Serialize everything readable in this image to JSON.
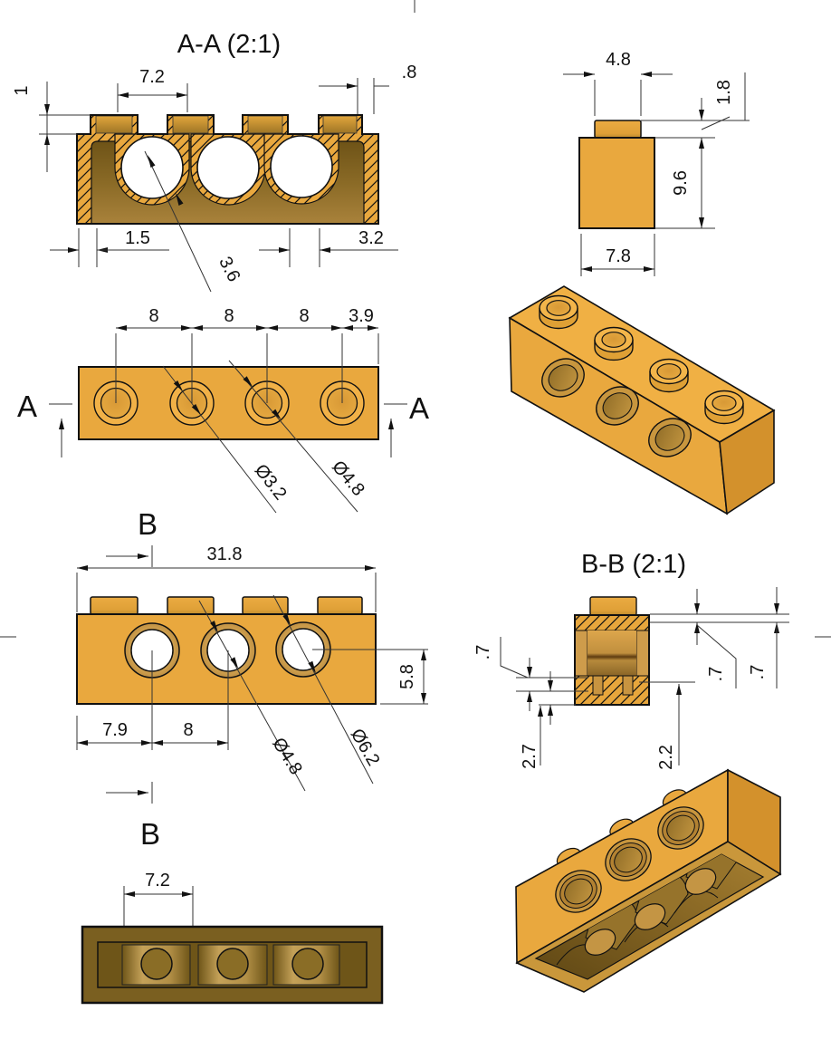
{
  "drawing_type": "CAD multiview technical drawing of a 1x4 LEGO-style technic brick",
  "views": {
    "section_aa": {
      "title": "A-A (2:1)",
      "dims": {
        "top_width": "7.2",
        "wall_top_right": ".8",
        "top_thickness": "1",
        "bottom_left": "1.5",
        "bottom_right": "3.2",
        "leader": "3.6"
      }
    },
    "top_view": {
      "section_label_left": "A",
      "section_label_right": "A",
      "dims": {
        "pitch1": "8",
        "pitch2": "8",
        "pitch3": "8",
        "end_offset": "3.9",
        "stud_hole_dia": "Ø3.2",
        "stud_dia": "Ø4.8"
      }
    },
    "front_view": {
      "section_label_top": "B",
      "section_label_bottom": "B",
      "dims": {
        "overall_length": "31.8",
        "hole_height": "5.8",
        "first_hole_offset": "7.9",
        "hole_pitch": "8",
        "hole_dia": "Ø4.8",
        "counterbore_dia": "Ø6.2"
      }
    },
    "bottom_view": {
      "dims": {
        "tube_pitch": "7.2"
      }
    },
    "side_view": {
      "dims": {
        "stud_width": "4.8",
        "stud_height": "1.8",
        "body_height": "9.6",
        "depth": "7.8"
      }
    },
    "section_bb": {
      "title": "B-B (2:1)",
      "dims": {
        "wall_left": ".7",
        "wall_top_a": ".7",
        "wall_top_b": ".7",
        "bottom_left": "2.7",
        "bottom_right": "2.2"
      }
    }
  },
  "colors": {
    "brick_gold": "#E9A83E",
    "brick_gold_light": "#F1B147",
    "brick_top_face": "#F0B044",
    "brick_end_face": "#D3912C",
    "counterbore_ring": "#C8963E",
    "cavity_dark": "#7A5F20",
    "cavity_mid": "#8A6D26",
    "outline": "#111111",
    "dimension_lines": "#333333",
    "background": "#FFFFFF"
  }
}
